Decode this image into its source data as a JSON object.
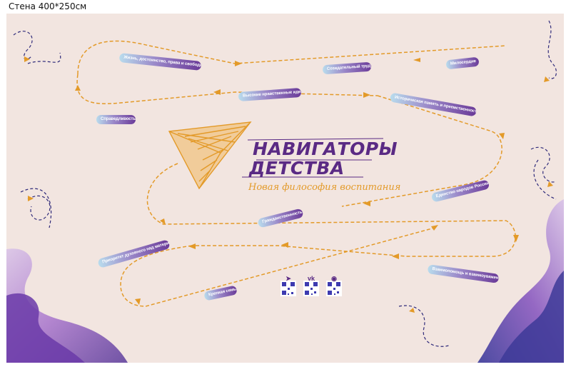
{
  "page": {
    "caption": "Стена 400*250см"
  },
  "title": {
    "line1": "НАВИГАТОРЫ",
    "line2": "ДЕТСТВА",
    "subtitle": "Новая философия воспитания"
  },
  "tags": [
    {
      "text": "Жизнь, достоинство, права и свободы человека"
    },
    {
      "text": "Созидательный труд"
    },
    {
      "text": "Милосердие"
    },
    {
      "text": "Высокие нравственные идеалы"
    },
    {
      "text": "Историческая память и преемственность поколений"
    },
    {
      "text": "Справедливость"
    },
    {
      "text": "Единство народов России"
    },
    {
      "text": "Гражданственность"
    },
    {
      "text": "Приоритет духовного над материальным"
    },
    {
      "text": "Взаимопомощь и взаимоуважение"
    },
    {
      "text": "Крепкая семья"
    }
  ],
  "social": {
    "telegram_icon": "telegram-icon",
    "vk_label": "vk",
    "ok_icon": "odnoklassniki-icon"
  },
  "colors": {
    "background": "#f2e5e0",
    "path": "#e39a29",
    "brand": "#5a2a84",
    "accent_blue": "#2f2a7a",
    "wave_purple": "#8b4fb5"
  }
}
